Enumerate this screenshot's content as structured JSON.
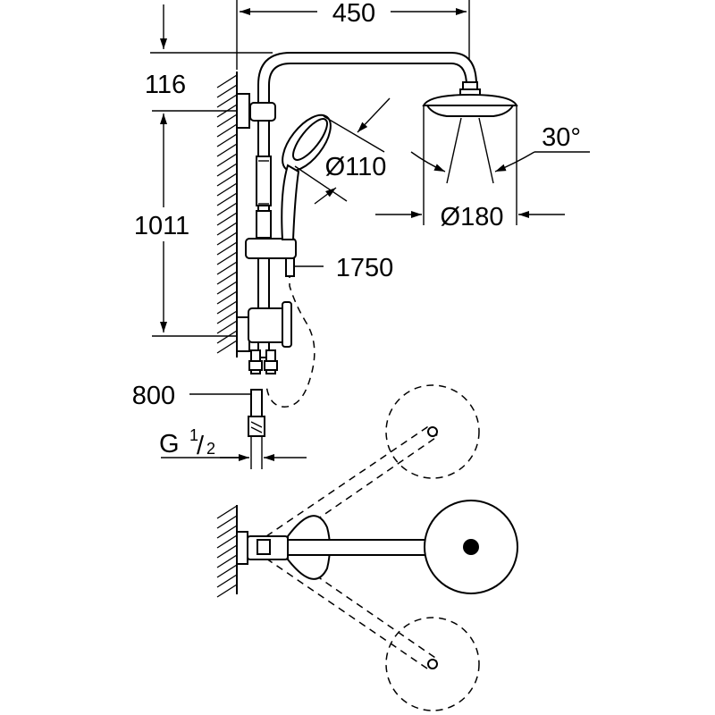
{
  "dimensions": {
    "width_top": "450",
    "rail_offset": "116",
    "rail_height": "1011",
    "hand_shower_diameter": "Ø110",
    "head_shower_diameter": "Ø180",
    "tilt_angle": "30°",
    "hose_length": "1750",
    "connection_distance": "800",
    "thread": {
      "base": "G",
      "numerator": "1",
      "denominator": "2"
    }
  },
  "icons": [
    "wall-hatch-icon",
    "shower-head-icon",
    "hand-shower-icon",
    "shower-rail-icon"
  ]
}
